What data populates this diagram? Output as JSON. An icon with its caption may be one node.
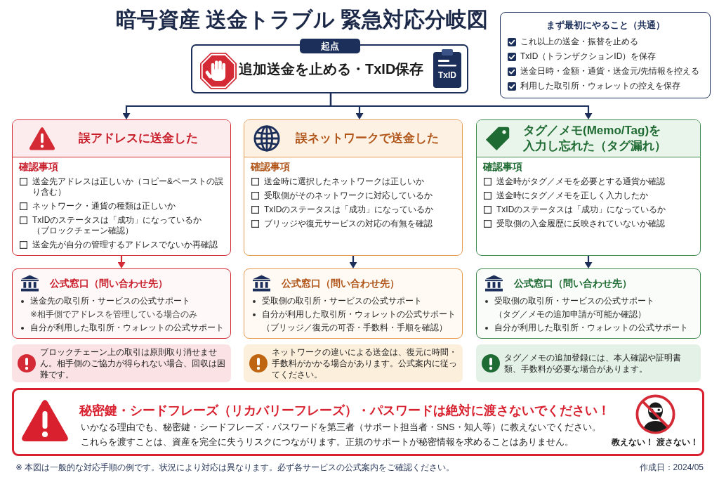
{
  "diagram": {
    "title": "暗号資産 送金トラブル 緊急対応分岐図",
    "nodes": [
      {
        "text": [
          "起点",
          "追加送金を止める・TxID保存",
          "TxID"
        ]
      },
      {
        "text": [
          "まず最初にやること（共通）",
          "これ以上の送金・振替を止める",
          "TxID（トランザクションID）を保存",
          "送金日時・金額・通貨・送金元/先情報を控える",
          "利用した取引所・ウォレットの控えを保存"
        ]
      },
      {
        "text": [
          "誤アドレスに送金した",
          "確認事項",
          "送金先アドレスは正しいか（コピー&ペーストの誤り含む）",
          "ネットワーク・通貨の種類は正しいか",
          "TxIDのステータスは「成功」になっているか（ブロックチェーン確認）",
          "送金先が自分の管理するアドレスでないか再確認"
        ]
      },
      {
        "text": [
          "公式窓口（問い合わせ先）",
          "送金先の取引所・サービスの公式サポート",
          "※相手側でアドレスを管理している場合のみ",
          "自分が利用した取引所・ウォレットの公式サポート"
        ]
      },
      {
        "text": [
          "ブロックチェーン上の取引は原則取り消せません。相手側のご協力が得られない場合、回収は困難です。"
        ]
      },
      {
        "text": [
          "誤ネットワークで送金した",
          "確認事項",
          "送金時に選択したネットワークは正しいか",
          "受取側がそのネットワークに対応しているか",
          "TxIDのステータスは「成功」になっているか",
          "ブリッジや復元サービスの対応の有無を確認"
        ]
      },
      {
        "text": [
          "公式窓口（問い合わせ先）",
          "受取側の取引所・サービスの公式サポート",
          "自分が利用した取引所・ウォレットの公式サポート（ブリッジ／復元の可否・手数料・手順を確認）"
        ]
      },
      {
        "text": [
          "ネットワークの違いによる送金は、復元に時間・手数料がかかる場合があります。公式案内に従ってください。"
        ]
      },
      {
        "text": [
          "タグ／メモ(Memo/Tag)を入力し忘れた（タグ漏れ）",
          "確認事項",
          "送金時がタグ／メモを必要とする通貨か確認",
          "送金時にタグ／メモを正しく入力したか",
          "TxIDのステータスは「成功」になっているか",
          "受取側の入金履歴に反映されていないか確認"
        ]
      },
      {
        "text": [
          "公式窓口（問い合わせ先）",
          "受取側の取引所・サービスの公式サポート（タグ／メモの追加申請が可能か確認）",
          "自分が利用した取引所・ウォレットの公式サポート"
        ]
      },
      {
        "text": [
          "タグ／メモの追加登録には、本人確認や証明書類、手数料が必要な場合があります。"
        ]
      },
      {
        "text": [
          "秘密鍵・シードフレーズ（リカバリーフレーズ）・パスワードは絶対に渡さないでください！",
          "いかなる理由でも、秘密鍵・シードフレーズ・パスワードを第三者（サポート担当者・SNS・知人等）に教えないでください。",
          "これらを渡すことは、資産を完全に失うリスクにつながります。正規のサポートが秘密情報を求めることはありません。",
          "教えない！ 渡さない！"
        ]
      }
    ],
    "edges": [
      {
        "from": 0,
        "to": 2,
        "arrow": "to"
      },
      {
        "from": 0,
        "to": 5,
        "arrow": "to"
      },
      {
        "from": 0,
        "to": 8,
        "arrow": "to"
      },
      {
        "from": 2,
        "to": 3,
        "arrow": "to",
        "color": "#d42a35"
      },
      {
        "from": 5,
        "to": 6,
        "arrow": "to"
      },
      {
        "from": 8,
        "to": 9,
        "arrow": "to"
      }
    ],
    "labels": [
      "※ 本図は一般的な対応手順の例です。状況により対応は異なります。必ず各サービスの公式案内をご確認ください。",
      "作成日：2024/05"
    ]
  }
}
